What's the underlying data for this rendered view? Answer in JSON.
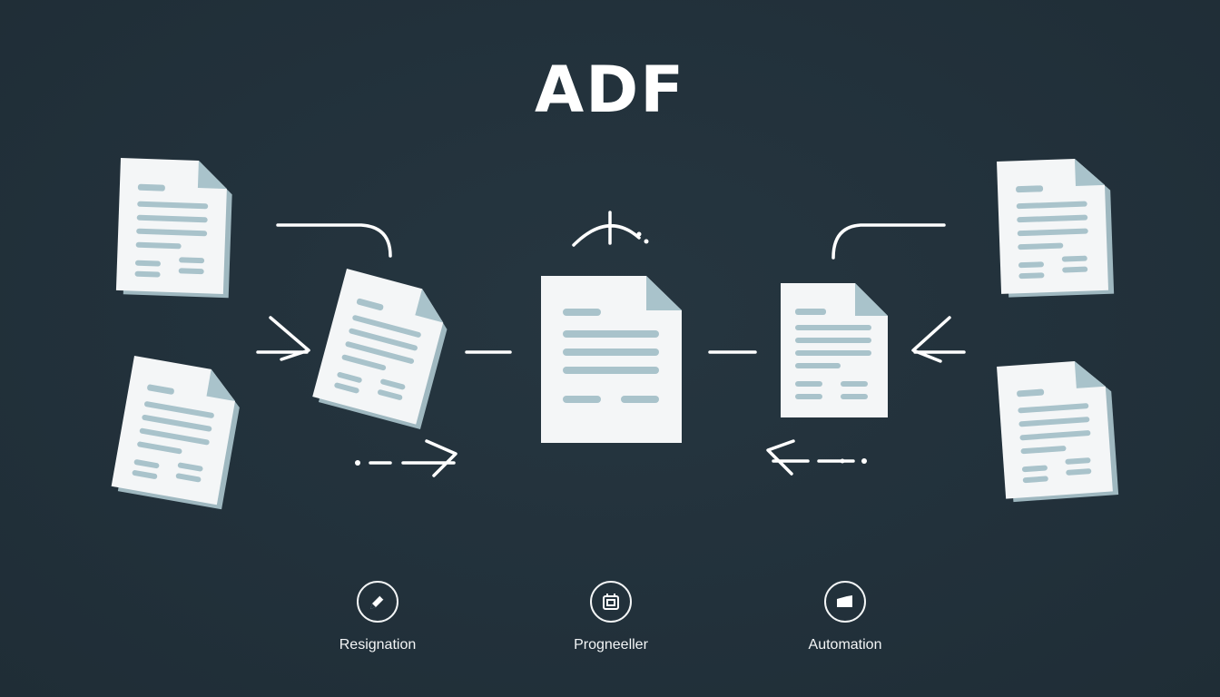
{
  "title": "ADF",
  "features": [
    {
      "icon": "pencil-icon",
      "label": "Resignation"
    },
    {
      "icon": "document-box-icon",
      "label": "Progneeller"
    },
    {
      "icon": "folder-icon",
      "label": "Automation"
    }
  ],
  "colors": {
    "background": "#22313b",
    "paper": "#f4f6f7",
    "paper_shadow": "#9fb8c0",
    "text_lines": "#a9c3cb",
    "stroke": "#ffffff"
  }
}
